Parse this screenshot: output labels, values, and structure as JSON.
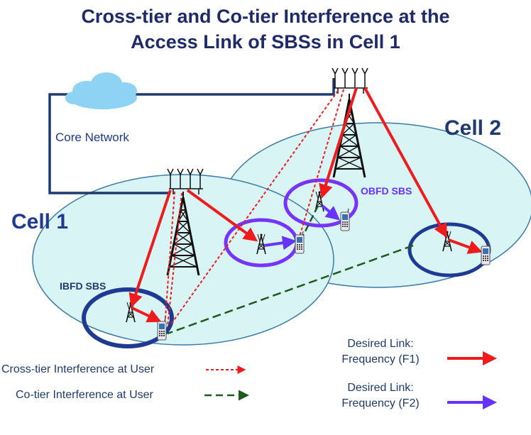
{
  "title": {
    "line1": "Cross-tier and Co-tier Interference at the",
    "line2": "Access Link of SBSs in Cell 1"
  },
  "labels": {
    "core_network": "Core Network",
    "cell1": "Cell 1",
    "cell2": "Cell 2",
    "ibfd_sbs": "IBFD SBS",
    "obfd_sbs": "OBFD SBS"
  },
  "legend": {
    "desired_f1_line1": "Desired Link:",
    "desired_f1_line2": "Frequency (F1)",
    "desired_f2_line1": "Desired Link:",
    "desired_f2_line2": "Frequency (F2)",
    "cross_tier": "Cross-tier Interference at User",
    "co_tier": "Co-tier Interference at User"
  },
  "colors": {
    "title": "#1f2a6b",
    "cell_fill": "#d9f4f4",
    "desired_f1": "#ee1c1c",
    "desired_f2": "#6633ff",
    "co_tier": "#1e5a1e",
    "sbs_ring_ibfd": "#1f3a93",
    "sbs_ring_obfd": "#7733ff",
    "core_link": "#1f3a6e"
  }
}
